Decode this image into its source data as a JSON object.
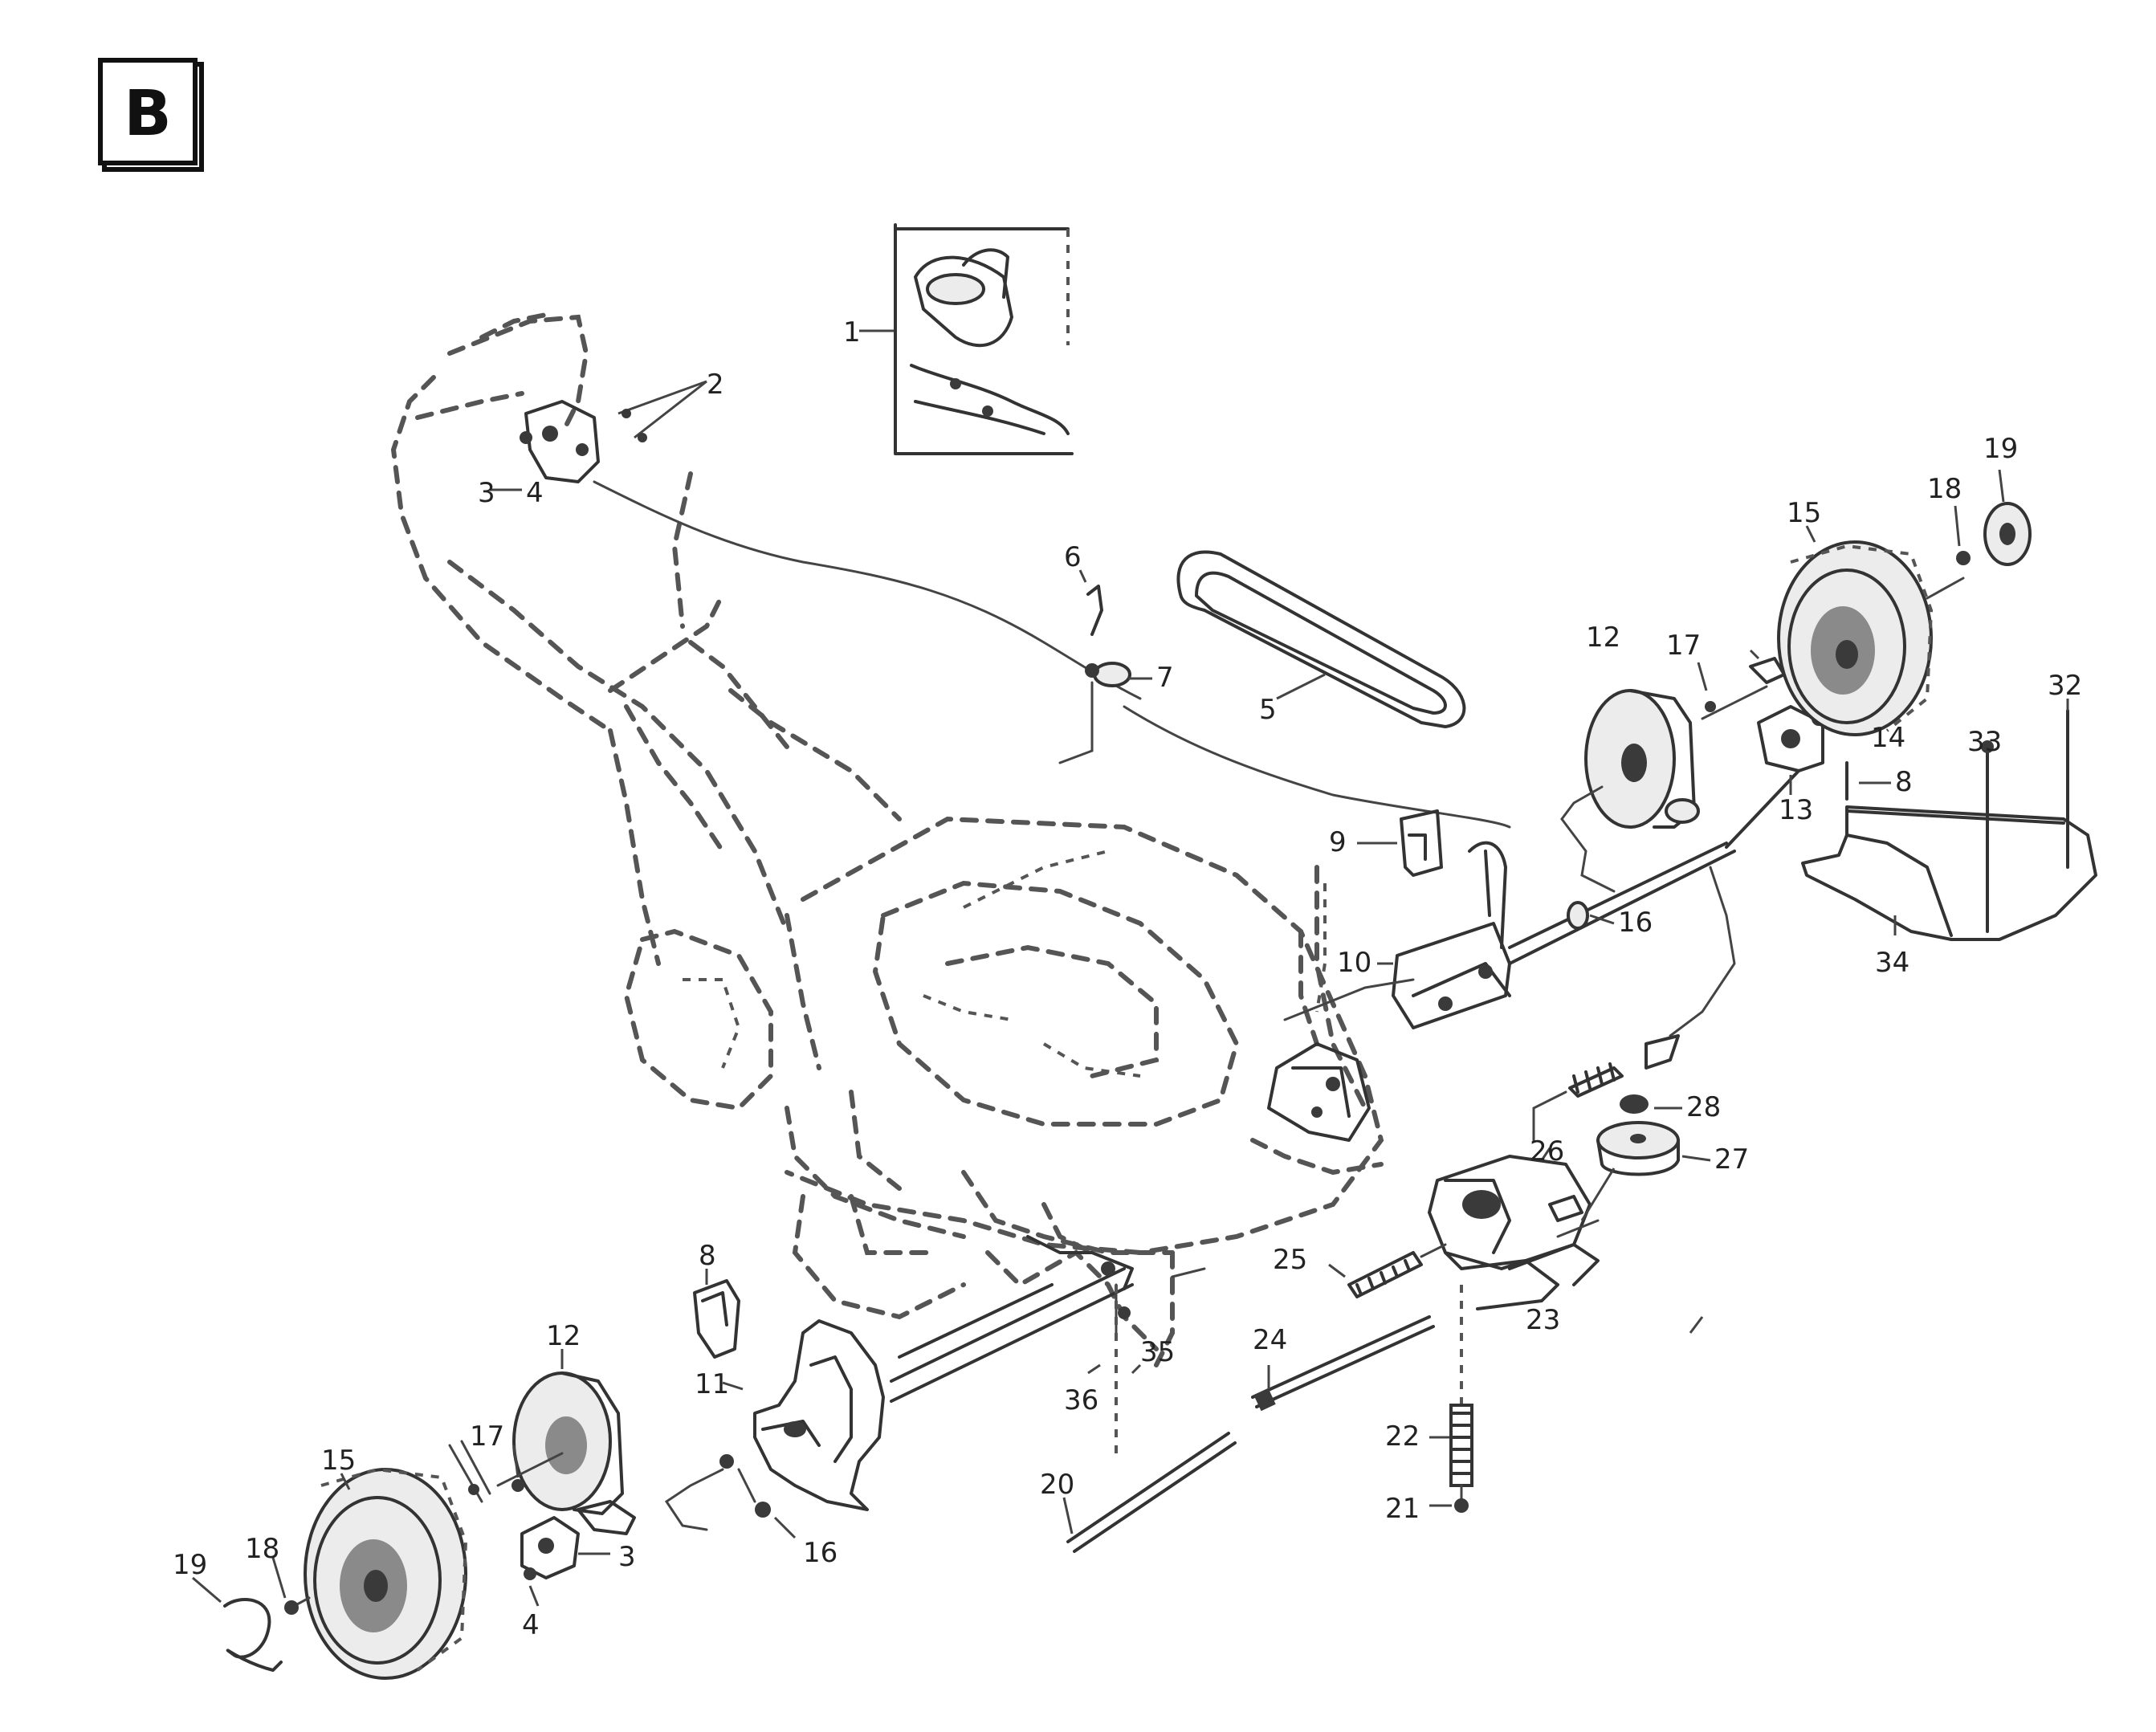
{
  "section_label": "B",
  "part_labels": {
    "p1": "1",
    "p2": "2",
    "p3": "3",
    "p3_left": "3",
    "p4": "4",
    "p4_handle": "4",
    "p5": "5",
    "p6": "6",
    "p7": "7",
    "p8": "8",
    "p8_right": "8",
    "p9": "9",
    "p10": "10",
    "p11": "11",
    "p12_right": "12",
    "p12_left": "12",
    "p13": "13",
    "p14": "14",
    "p15_left": "15",
    "p15_right": "15",
    "p16_right": "16",
    "p16_left": "16",
    "p16_mid": "16",
    "p16_bottom": "16",
    "p17_left": "17",
    "p17_right": "17",
    "p18_left": "18",
    "p18_right": "18",
    "p19_left": "19",
    "p19_right": "19",
    "p20": "20",
    "p21": "21",
    "p22": "22",
    "p23": "23",
    "p24": "24",
    "p25": "25",
    "p26": "26",
    "p27": "27",
    "p28": "28",
    "p32": "32",
    "p33": "33",
    "p34": "34",
    "p35": "35",
    "p36": "36"
  }
}
